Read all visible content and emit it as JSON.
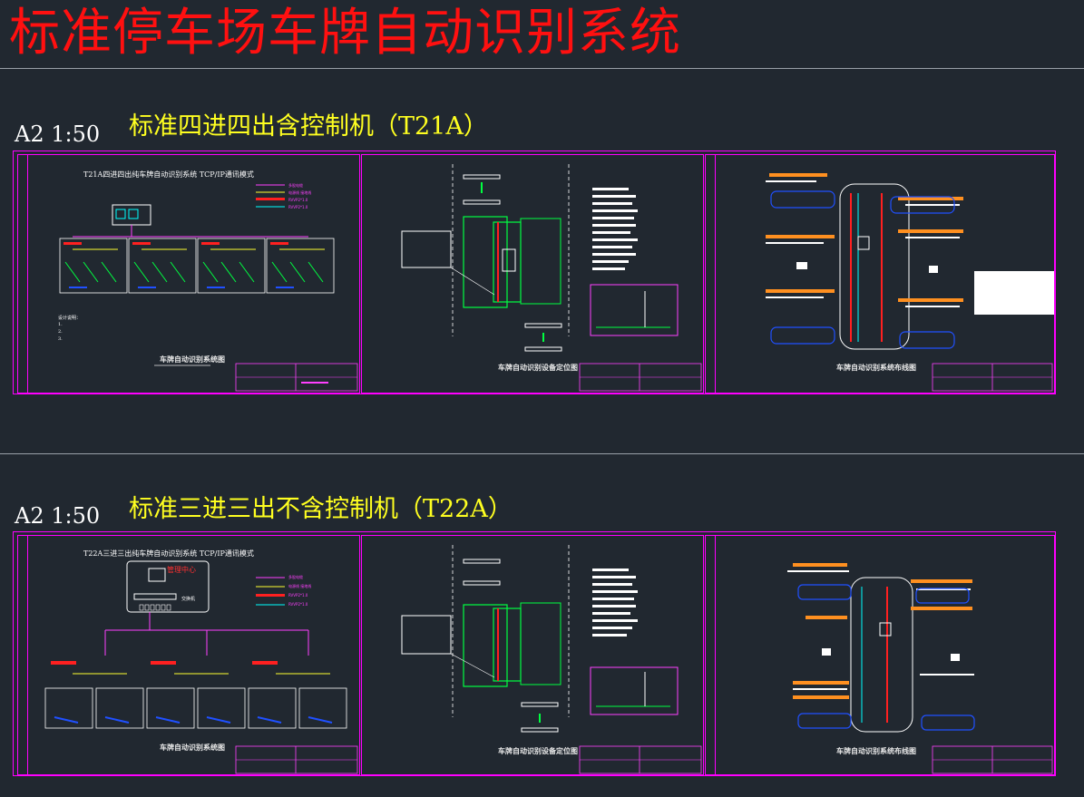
{
  "header": {
    "title": "标准停车场车牌自动识别系统"
  },
  "sections": [
    {
      "scale": "A2 1:50",
      "title": "标准四进四出含控制机（T21A）",
      "topology_title": "T21A四进四出纯车牌自动识别系统 TCP/IP通讯模式",
      "legend": [
        "多股电缆",
        "电源线 接地线",
        "RVVP2*1.0",
        "RVVP2*1.0"
      ],
      "notes": [
        "设计说明：",
        "1.",
        "2.",
        "3."
      ],
      "captions": [
        "车牌自动识别系统图",
        "车牌自动识别设备定位图",
        "车牌自动识别系统布线图"
      ]
    },
    {
      "scale": "A2 1:50",
      "title": "标准三进三出不含控制机（T22A）",
      "topology_title": "T22A三进三出纯车牌自动识别系统 TCP/IP通讯模式",
      "center_label": "管理中心",
      "switch_label": "交换机",
      "legend": [
        "多股电缆",
        "电源线 接地线",
        "RVVP2*1.0",
        "RVVP2*1.0"
      ],
      "captions": [
        "车牌自动识别系统图",
        "车牌自动识别设备定位图",
        "车牌自动识别系统布线图"
      ]
    }
  ],
  "colors": {
    "background": "#212830",
    "title_red": "#ff1010",
    "frame_magenta": "#ff00ff",
    "section_yellow": "#ffff20",
    "accent_orange": "#ff9020",
    "line_green": "#00ff40",
    "line_blue": "#2050ff",
    "line_cyan": "#00ffff"
  }
}
